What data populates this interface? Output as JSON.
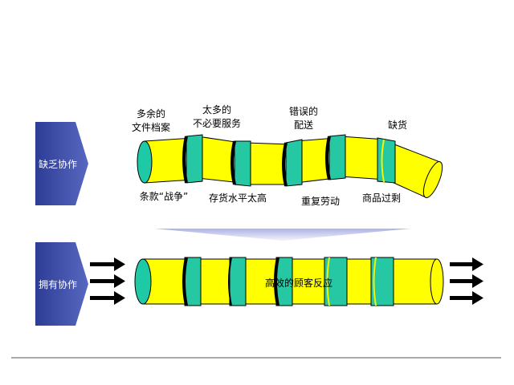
{
  "rows": {
    "top": {
      "side_label": "缺乏协作",
      "top_labels": [
        [
          "多余的",
          "文件档案"
        ],
        [
          "太多的",
          "不必要服务"
        ],
        [
          "错误的",
          "配送"
        ],
        [
          "缺货"
        ]
      ],
      "bottom_labels": [
        "条款“战争”",
        "存货水平太高",
        "重复劳动",
        "商品过剩"
      ]
    },
    "bottom": {
      "side_label": "拥有协作",
      "center_label": "高效的顾客反应"
    }
  },
  "colors": {
    "pipe_body": "#ffff00",
    "pipe_end": "#1ec9a6",
    "joint": "#26c8a4",
    "side_box": "#3c4fa8",
    "arrow": "#000000",
    "divider_arrow": "#c9ccee"
  },
  "icons": [
    "arrow-right-icon",
    "pipe-joint-icon"
  ]
}
